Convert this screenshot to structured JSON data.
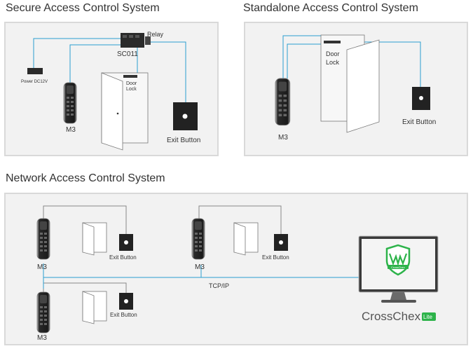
{
  "sections": {
    "secure": "Secure Access Control System",
    "standalone": "Standalone Access Control System",
    "network": "Network Access Control System"
  },
  "secure": {
    "relay": "Relay",
    "controller": "SC011",
    "power": "Power DC12V",
    "door_lock_line1": "Door",
    "door_lock_line2": "Lock",
    "reader": "M3",
    "exit_button": "Exit Button"
  },
  "standalone": {
    "door_lock_line1": "Door",
    "door_lock_line2": "Lock",
    "reader": "M3",
    "exit_button": "Exit Button"
  },
  "network": {
    "units": [
      {
        "reader": "M3",
        "exit_button": "Exit Button"
      },
      {
        "reader": "M3",
        "exit_button": "Exit Button"
      },
      {
        "reader": "M3",
        "exit_button": "Exit Button"
      }
    ],
    "link": "TCP/IP",
    "software": "CrossChex",
    "software_badge": "Lite",
    "logo_text": "CrossChex"
  },
  "colors": {
    "panel_bg": "#f2f2f2",
    "panel_border": "#d9d9d9",
    "wire_blue": "#2a9fd0",
    "wire_gray": "#888888",
    "brand_green": "#2db34a"
  }
}
